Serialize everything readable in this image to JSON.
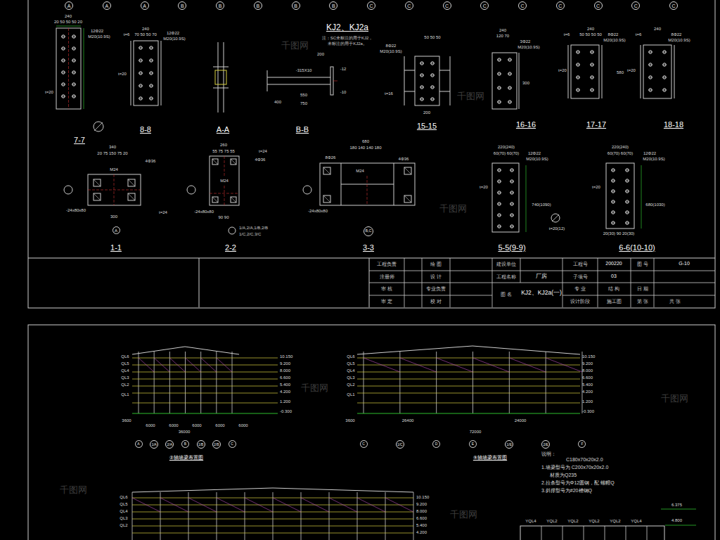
{
  "diagram": {
    "nodes": [
      {
        "text": [
          "A"
        ]
      },
      {
        "text": [
          "A"
        ]
      },
      {
        "text": [
          "A"
        ]
      },
      {
        "text": [
          "B"
        ]
      },
      {
        "text": [
          "B"
        ]
      },
      {
        "text": [
          "B"
        ]
      },
      {
        "text": [
          "B"
        ]
      },
      {
        "text": [
          "B"
        ]
      },
      {
        "text": [
          "C"
        ]
      },
      {
        "text": [
          "C"
        ]
      },
      {
        "text": [
          "C"
        ]
      },
      {
        "text": [
          "C"
        ]
      },
      {
        "text": [
          "C"
        ]
      },
      {
        "text": [
          "C"
        ]
      },
      {
        "text": [
          "C"
        ]
      },
      {
        "text": [
          "C"
        ]
      },
      {
        "text": [
          "C"
        ]
      },
      {
        "text": [
          "A"
        ]
      },
      {
        "text": [
          "B,C"
        ]
      },
      {
        "text": [
          "A"
        ]
      },
      {
        "text": [
          "1/A"
        ]
      },
      {
        "text": [
          "2/A"
        ]
      },
      {
        "text": [
          "B"
        ]
      },
      {
        "text": [
          "1/B"
        ]
      },
      {
        "text": [
          "2/B"
        ]
      },
      {
        "text": [
          "C"
        ]
      },
      {
        "text": [
          "C"
        ]
      },
      {
        "text": [
          "1/C"
        ]
      },
      {
        "text": [
          "D"
        ]
      },
      {
        "text": [
          "E"
        ]
      },
      {
        "text": [
          "1/E"
        ]
      },
      {
        "text": [
          "2/E"
        ]
      },
      {
        "text": [
          "F"
        ]
      }
    ],
    "labels": [
      "KJ2、KJ2a",
      "注：SC未标注的用于KJ2，",
      "未标注的用于KJ2a。",
      "7-7",
      "8-8",
      "A-A",
      "B-B",
      "15-15",
      "16-16",
      "17-17",
      "18-18",
      "1-1",
      "2-2",
      "3-3",
      "5-5(9-9)",
      "6-6(10-10)",
      "1/A,2/A,1/B,2/B",
      "1/C,2/C,3/C",
      "240",
      "20 50 50 50 20",
      "12Φ22",
      "M20(10.9S)",
      "t=20",
      "240",
      "t=6",
      "70 50 50 70",
      "12Φ22",
      "M20(10.9S)",
      "t=20",
      "200",
      "-315X10",
      "-12",
      "-10",
      "400",
      "550",
      "750",
      "50 50 50",
      "8Φ22",
      "M20(10.9S)",
      "t=16",
      "200",
      "240",
      "120 70",
      "3Φ22",
      "M20(10.9S)",
      "300",
      "240",
      "t=6",
      "50 50 50 50",
      "8Φ22",
      "M20(10.9S)",
      "t=20",
      "580",
      "240",
      "t=6",
      "8Φ22",
      "M20(10.9S)",
      "t=20",
      "340",
      "20 75 150 75 20",
      "4Φ36",
      "M24",
      "-24x80x80",
      "300",
      "t=24",
      "260",
      "55 75 75 55",
      "t=24",
      "4Φ36",
      "M24",
      "-24x80x80",
      "90 90",
      "680",
      "180 140 140 180",
      "8Φ26",
      "4Φ36",
      "M24",
      "-24x80x80",
      "220(240)",
      "60(70) 60(70)",
      "12Φ22",
      "M20(10.9S)",
      "t=20",
      "740(1090)",
      "t=20(12)",
      "220(240)",
      "60(70) 60(70)",
      "12Φ22",
      "M20(10.9S)",
      "t=20",
      "680(1030)",
      "20(30) 90 20(30)",
      "工程负责",
      "绘 图",
      "建设单位",
      "工程号",
      "200220",
      "图 号",
      "G-10",
      "注册师",
      "设 计",
      "工程名称",
      "厂房",
      "子项号",
      "03",
      "审 核",
      "专业负责",
      "图 名",
      "KJ2、KJ2a(一)",
      "专 业",
      "结 构",
      "日 期",
      "审 定",
      "校 对",
      "设计阶段",
      "施工图",
      "第 张",
      "共 张",
      "②轴墙梁布置图",
      "⑨轴墙梁布置图",
      "10.150",
      "9.200",
      "8.000",
      "6.600",
      "5.400",
      "4.200",
      "1.200",
      "-0.300",
      "10.150",
      "9.200",
      "8.000",
      "6.600",
      "5.400",
      "4.200",
      "1.200",
      "-0.300",
      "QL6",
      "QL5",
      "QL4",
      "QL3",
      "QL2",
      "QL1",
      "QL6",
      "QL5",
      "QL4",
      "QL3",
      "QL2",
      "QL1",
      "3600",
      "6000",
      "6000",
      "6000",
      "6000",
      "6000",
      "36000",
      "3600",
      "26400",
      "24000",
      "72000",
      "说明：",
      "C180x70x20x2.0",
      "1.墙梁型号为 C200x70x20x2.0",
      "材质为Q235",
      "2.拉条型号为Φ12圆钢，配 螺帽Q",
      "3.斜撑型号为#20槽钢Q",
      "10.150",
      "9.200",
      "8.000",
      "6.600",
      "5.400",
      "4.200",
      "QL6",
      "QL5",
      "QL4",
      "QL3",
      "QL2",
      "YQL4",
      "YQL2",
      "YQL2",
      "YQL2",
      "YQL2",
      "YQL4",
      "6.375",
      "4.800",
      "千图网",
      "千图网",
      "千图网",
      "千图网",
      "千图网",
      "千图网",
      "千图网"
    ]
  }
}
